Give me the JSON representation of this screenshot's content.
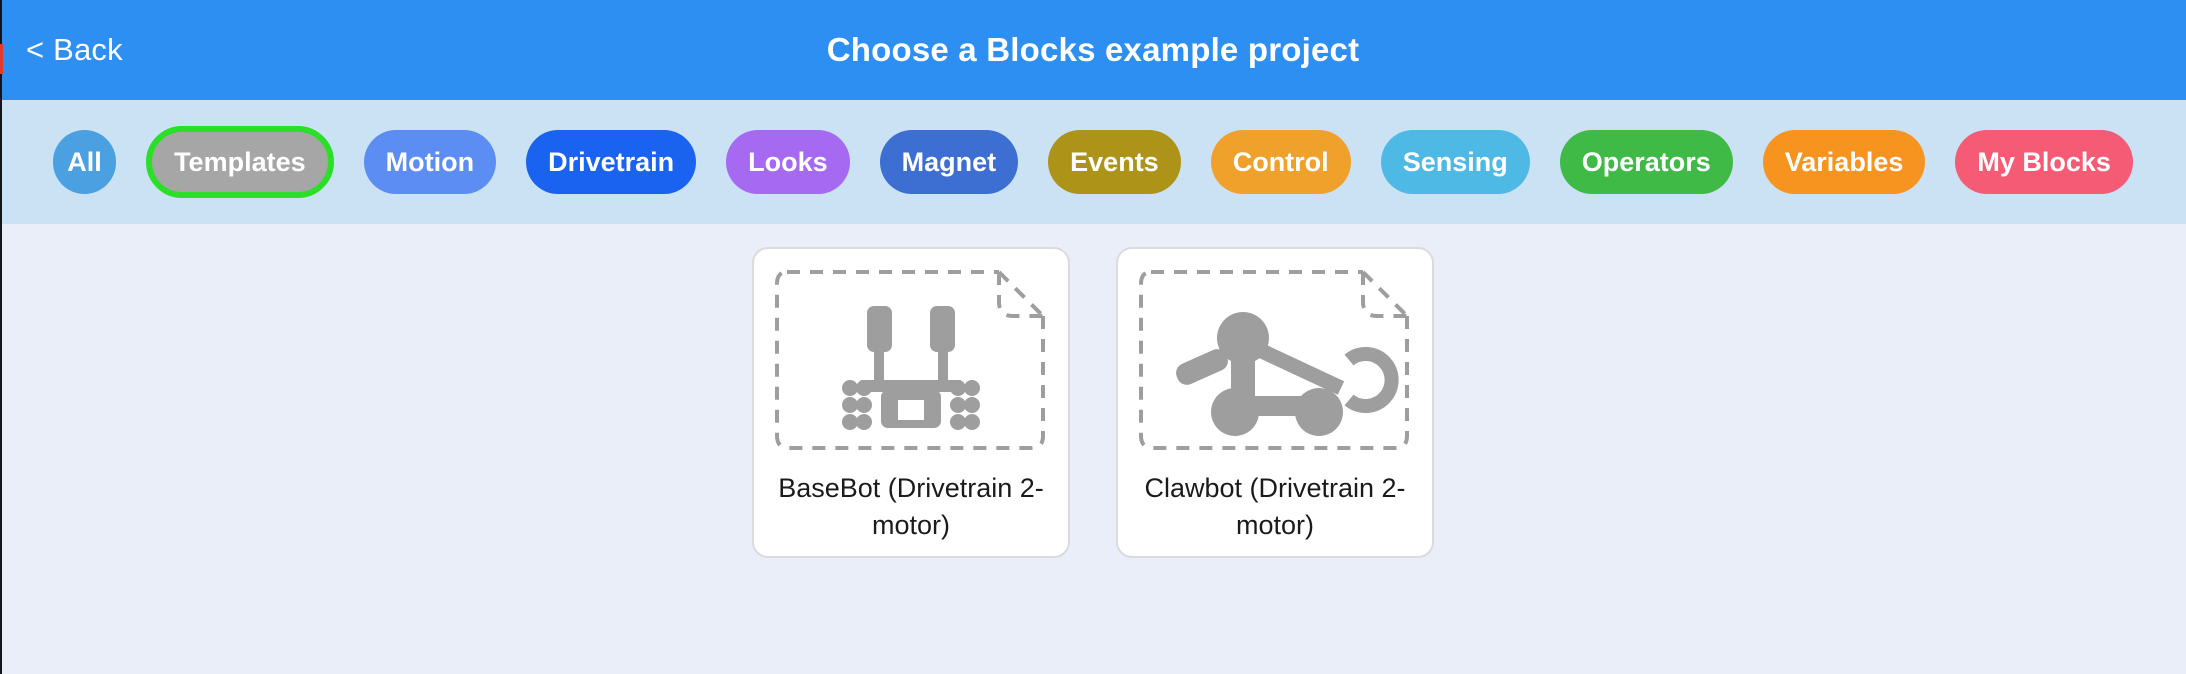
{
  "header": {
    "back_label": "< Back",
    "title": "Choose a Blocks example project",
    "bg_color": "#2D8FF2"
  },
  "filters": {
    "bar_color": "#CBE2F5",
    "selected": "Templates",
    "selected_ring_color": "#2BDF28",
    "items": [
      {
        "label": "All",
        "color": "#4AA0E0"
      },
      {
        "label": "Templates",
        "color": "#A6A6A6",
        "selected": true,
        "ring": "#2BDF28"
      },
      {
        "label": "Motion",
        "color": "#5C8DF2"
      },
      {
        "label": "Drivetrain",
        "color": "#1A63F0"
      },
      {
        "label": "Looks",
        "color": "#A569F2"
      },
      {
        "label": "Magnet",
        "color": "#3C6FD1"
      },
      {
        "label": "Events",
        "color": "#AD9419"
      },
      {
        "label": "Control",
        "color": "#F0A12B"
      },
      {
        "label": "Sensing",
        "color": "#4FB9E6"
      },
      {
        "label": "Operators",
        "color": "#3FBA46"
      },
      {
        "label": "Variables",
        "color": "#F79420"
      },
      {
        "label": "My Blocks",
        "color": "#F55B74"
      }
    ]
  },
  "main": {
    "bg_color": "#E9EEF9",
    "cards": [
      {
        "label": "BaseBot (Drivetrain 2-motor)",
        "icon": "basebot-icon"
      },
      {
        "label": "Clawbot (Drivetrain 2-motor)",
        "icon": "clawbot-icon"
      }
    ],
    "thumb_stroke_color": "#9E9E9E"
  }
}
